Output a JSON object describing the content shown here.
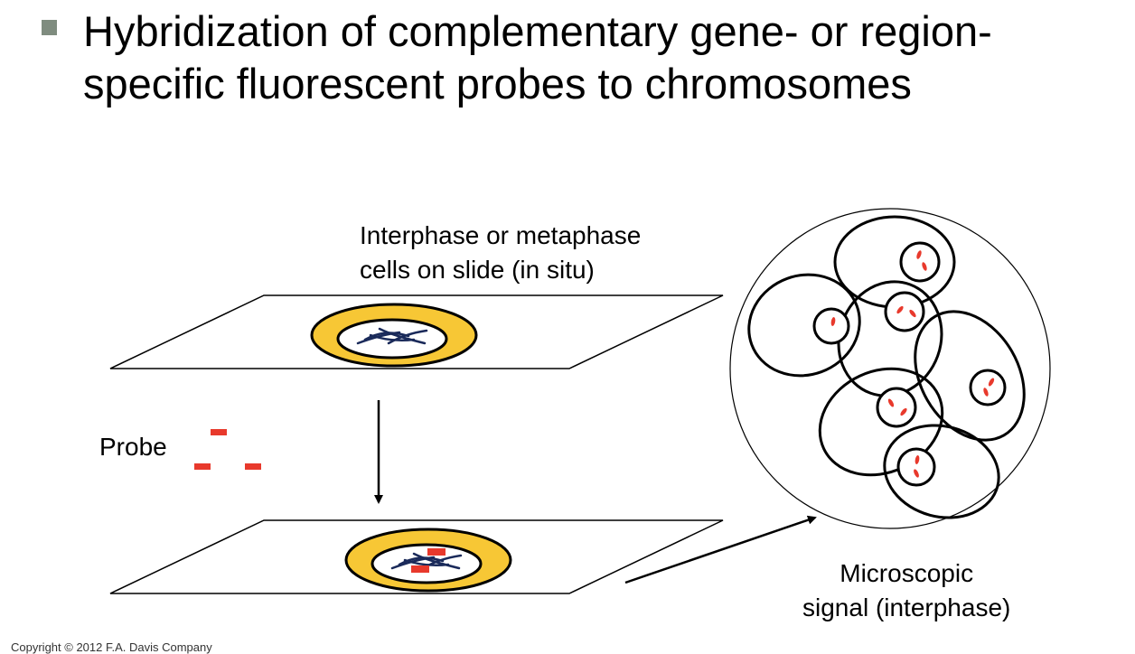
{
  "slide": {
    "title_lines": [
      "Hybridization of complementary gene- or region-",
      "specific fluorescent probes to chromosomes"
    ]
  },
  "diagram": {
    "slide_label_lines": [
      "Interphase or metaphase",
      "cells on slide (in situ)"
    ],
    "probe_label": "Probe",
    "signal_label_lines": [
      "Microscopic",
      "signal (interphase)"
    ]
  },
  "colors": {
    "probe": "#e8392c",
    "dish": "#f7c735",
    "bullet": "#7f8c7f"
  },
  "footer": {
    "copyright": "Copyright © 2012 F.A. Davis Company"
  }
}
